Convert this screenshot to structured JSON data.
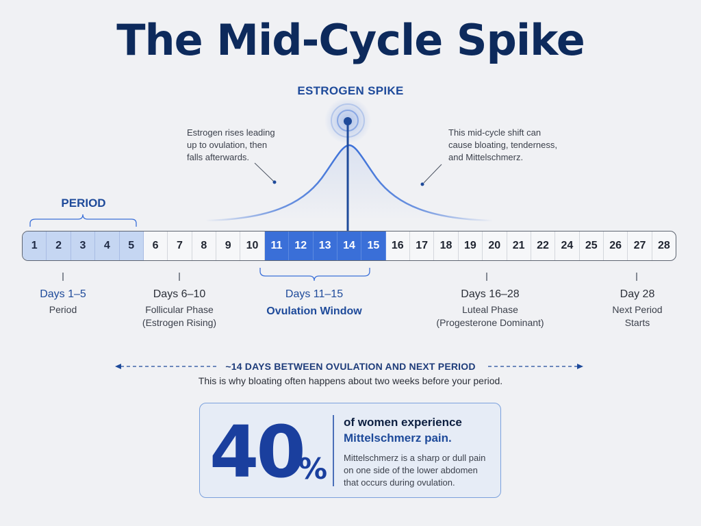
{
  "title": "The Mid-Cycle Spike",
  "spike_label": "ESTROGEN SPIKE",
  "left_note": [
    "Estrogen rises leading",
    "up to ovulation, then",
    "falls afterwards."
  ],
  "right_note": [
    "This mid-cycle shift can",
    "cause bloating, tenderness,",
    "and Mittelschmerz."
  ],
  "period_label": "PERIOD",
  "days": [
    {
      "label": "1",
      "phase": "period"
    },
    {
      "label": "2",
      "phase": "period"
    },
    {
      "label": "3",
      "phase": "period"
    },
    {
      "label": "4",
      "phase": "period"
    },
    {
      "label": "5",
      "phase": "period"
    },
    {
      "label": "6",
      "phase": "follicular"
    },
    {
      "label": "7",
      "phase": "follicular"
    },
    {
      "label": "8",
      "phase": "follicular"
    },
    {
      "label": "9",
      "phase": "follicular"
    },
    {
      "label": "10",
      "phase": "follicular"
    },
    {
      "label": "11",
      "phase": "ovulation"
    },
    {
      "label": "12",
      "phase": "ovulation"
    },
    {
      "label": "13",
      "phase": "ovulation"
    },
    {
      "label": "14",
      "phase": "ovulation"
    },
    {
      "label": "15",
      "phase": "ovulation"
    },
    {
      "label": "16",
      "phase": "luteal"
    },
    {
      "label": "17",
      "phase": "luteal"
    },
    {
      "label": "18",
      "phase": "luteal"
    },
    {
      "label": "19",
      "phase": "luteal"
    },
    {
      "label": "20",
      "phase": "luteal"
    },
    {
      "label": "21",
      "phase": "luteal"
    },
    {
      "label": "22",
      "phase": "luteal"
    },
    {
      "label": "24",
      "phase": "luteal"
    },
    {
      "label": "25",
      "phase": "luteal"
    },
    {
      "label": "26",
      "phase": "luteal"
    },
    {
      "label": "27",
      "phase": "luteal"
    },
    {
      "label": "28",
      "phase": "luteal"
    }
  ],
  "phases": {
    "period": {
      "range": "Days 1–5",
      "desc": [
        "Period"
      ]
    },
    "follicular": {
      "range": "Days 6–10",
      "desc": [
        "Follicular Phase",
        "(Estrogen Rising)"
      ]
    },
    "ovulation": {
      "range": "Days 11–15",
      "desc": [
        "Ovulation Window"
      ]
    },
    "luteal": {
      "range": "Days 16–28",
      "desc": [
        "Luteal Phase",
        "(Progesterone Dominant)"
      ]
    },
    "next": {
      "range": "Day 28",
      "desc": [
        "Next Period",
        "Starts"
      ]
    }
  },
  "days_between": "~14 DAYS BETWEEN OVULATION AND NEXT PERIOD",
  "why_text": "This is why bloating often happens about two weeks before your period.",
  "stat": {
    "number": "40",
    "percent_sign": "%",
    "line1": "of women experience",
    "line2": "Mittelschmerz pain.",
    "desc": [
      "Mittelschmerz is a sharp or dull pain",
      "on one side of the lower abdomen",
      "that occurs during ovulation."
    ]
  },
  "colors": {
    "title": "#0d2a5c",
    "accent": "#1e4a9a",
    "period_fill": "#c5d6f2",
    "ovulation_fill": "#3a6fd8",
    "curve": "#3a6fd8"
  }
}
